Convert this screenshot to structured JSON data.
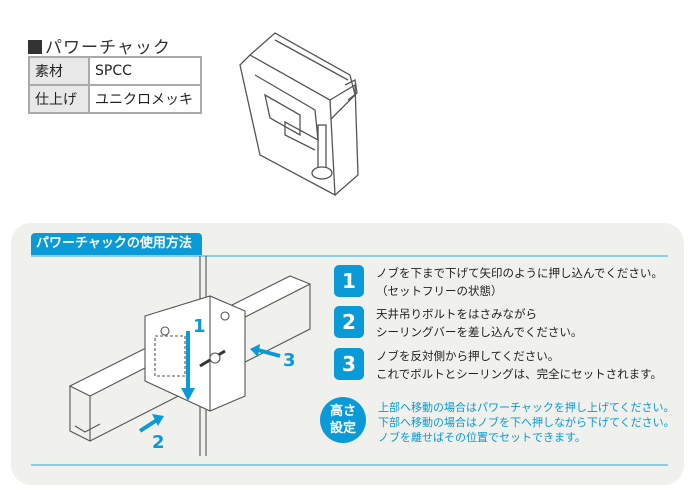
{
  "product": {
    "title": "パワーチャック",
    "specs": [
      {
        "label": "素材",
        "value": "SPCC"
      },
      {
        "label": "仕上げ",
        "value": "ユニクロメッキ"
      }
    ]
  },
  "usage": {
    "tab_label": "パワーチャックの使用方法",
    "callouts": [
      "1",
      "2",
      "3"
    ],
    "steps": [
      {
        "number": "1",
        "lines": [
          "ノブを下まで下げて矢印のように押し込んでください。",
          "（セットフリーの状態）"
        ]
      },
      {
        "number": "2",
        "lines": [
          "天井吊りボルトをはさみながら",
          "シーリングバーを差し込んでください。"
        ]
      },
      {
        "number": "3",
        "lines": [
          "ノブを反対側から押してください。",
          "これでボルトとシーリングは、完全にセットされます。"
        ]
      }
    ],
    "height_setting": {
      "badge_lines": [
        "高さ",
        "設定"
      ],
      "lines": [
        "上部へ移動の場合はパワーチャックを押し上げてください。",
        "下部へ移動の場合はノブを下へ押しながら下げてください。",
        "ノブを離せばその位置でセットできます。"
      ]
    }
  },
  "colors": {
    "accent": "#0a9ad8",
    "panel": "#f0f0ec"
  }
}
